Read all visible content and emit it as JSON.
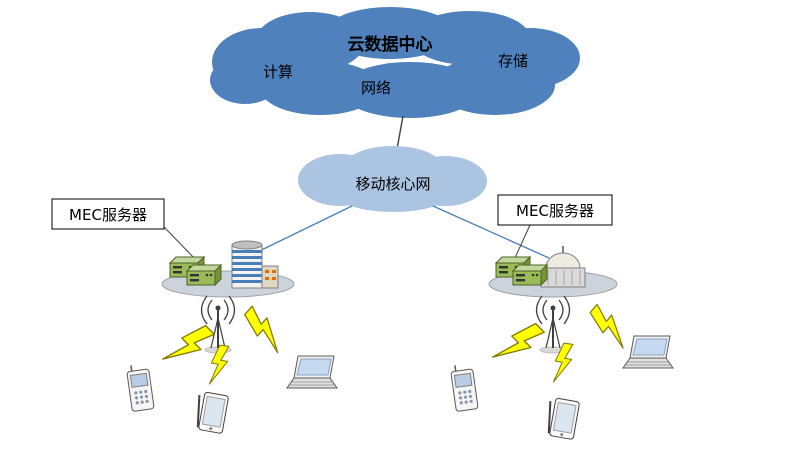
{
  "diagram": {
    "cloud_datacenter": {
      "title": "云数据中心",
      "labels": {
        "compute": "计算",
        "network": "网络",
        "storage": "存储"
      }
    },
    "core_network": {
      "label": "移动核心网"
    },
    "mec_servers": {
      "left_label": "MEC服务器",
      "right_label": "MEC服务器"
    },
    "colors": {
      "datacenter_cloud": "#4f81bd",
      "core_cloud": "#aac4e2",
      "title_red": "#c00000",
      "lightning_yellow": "#ffff00",
      "server_green": "#9bbb59"
    }
  }
}
